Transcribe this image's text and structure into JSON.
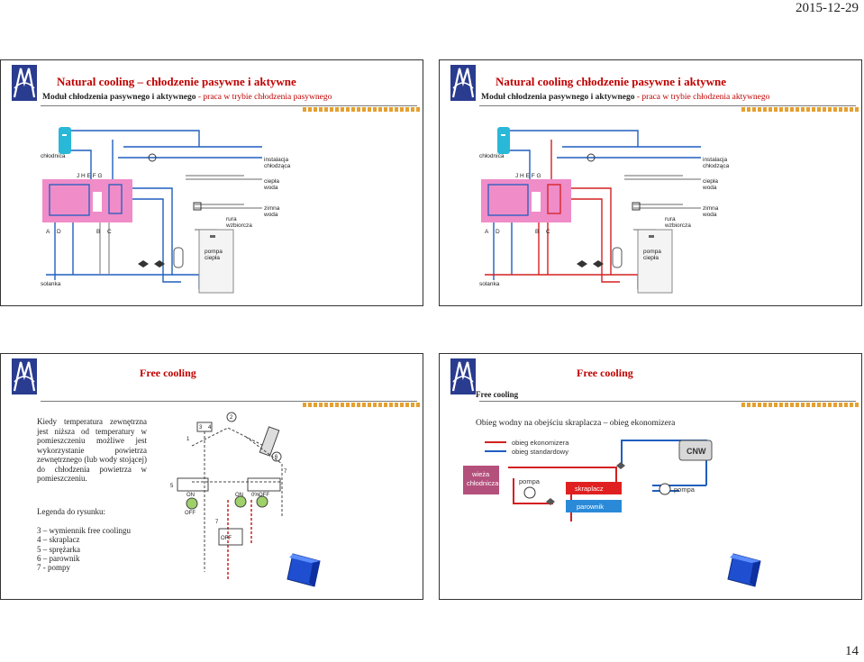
{
  "header": {
    "date": "2015-12-29"
  },
  "footer": {
    "page_number": "14"
  },
  "slides": [
    {
      "title": "Natural cooling – chłodzenie pasywne i aktywne",
      "subtitle_main": "Moduł chłodzenia pasywnego i aktywnego",
      "subtitle_mode": "- praca w trybie chłodzenia pasywnego",
      "diagram_labels": {
        "chlodnica": "chłodnica",
        "instalacja": "instalacja",
        "chlodzaca": "chłodząca",
        "ciepla": "ciepła",
        "woda1": "woda",
        "zimna": "zimna",
        "woda2": "woda",
        "rura": "rura",
        "wzbiorcza": "wzbiorcza",
        "pompa": "pompa",
        "ciepla2": "ciepła",
        "solanka": "solanka",
        "ports_top": "J H E F G",
        "port_a": "A",
        "port_d": "D",
        "port_b": "B",
        "port_c": "C"
      }
    },
    {
      "title": "Natural cooling chłodzenie pasywne i aktywne",
      "subtitle_main": "Moduł chłodzenia pasywnego i aktywnego",
      "subtitle_mode": "- praca w trybie chłodzenia aktywnego",
      "diagram_labels": {
        "chlodnica": "chłodnica",
        "instalacja": "instalacja",
        "chlodzaca": "chłodząca",
        "ciepla": "ciepła",
        "woda1": "woda",
        "zimna": "zimna",
        "woda2": "woda",
        "rura": "rura",
        "wzbiorcza": "wzbiorcza",
        "pompa": "pompa",
        "ciepla2": "ciepła",
        "solanka": "solanka",
        "ports_top": "J H E F G",
        "port_a": "A",
        "port_d": "D",
        "port_b": "B",
        "port_c": "C"
      }
    },
    {
      "title": "Free cooling",
      "body": "Kiedy temperatura zewnętrzna jest niższa od temperatury w pomieszczeniu możliwe jest wykorzystanie powietrza zewnętrznego (lub wody stojącej) do chłodzenia powietrza w pomieszczeniu.",
      "legend_title": "Legenda do rysunku:",
      "legend_items": [
        "3 – wymiennik free coolingu",
        "4 – skraplacz",
        "5 – sprężarka",
        "6 – parownik",
        "7 - pompy"
      ],
      "diagram_labels": {
        "n1": "1",
        "n2": "2",
        "n3": "3",
        "n4": "4",
        "n5": "5",
        "n6": "6",
        "n7": "7",
        "n7b": "7",
        "on1": "ON",
        "on2": "ON",
        "off1": "OFF",
        "off2": "OFF",
        "off3": "OFF",
        "pct": "0%"
      }
    },
    {
      "title": "Free cooling",
      "small_heading": "Free cooling",
      "caption": "Obieg wodny na obejściu skraplacza – obieg ekonomizera",
      "legend_economizer": "obieg ekonomizera",
      "legend_standard": "obieg standardowy",
      "cnw": "CNW",
      "tower_l1": "wieża",
      "tower_l2": "chłodnicza",
      "pompa1": "pompa",
      "pompa2": "pompa",
      "condenser": "skraplacz",
      "evaporator": "parownik"
    }
  ],
  "colors": {
    "title": "#c00000",
    "pink_module": "#f08cc8",
    "cyan_tank": "#29b8d8",
    "blue_pipe": "#1f5fbf",
    "red_pipe": "#d42020",
    "accent_dash": "#e5a030"
  }
}
